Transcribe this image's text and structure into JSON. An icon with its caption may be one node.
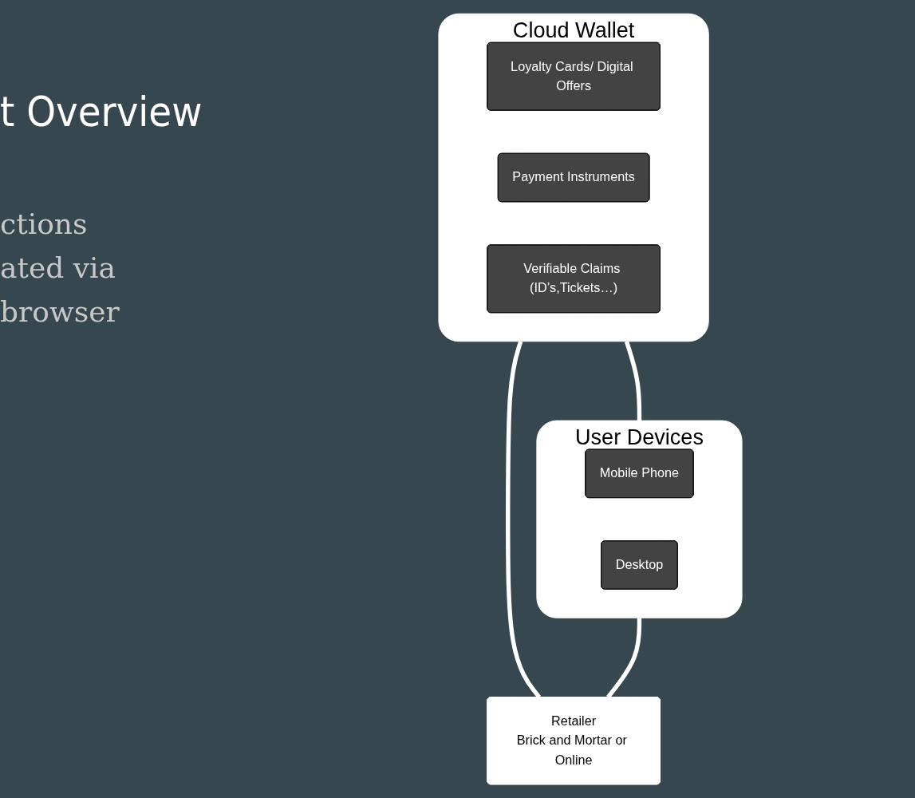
{
  "diagram": {
    "title": "t Overview",
    "nodes": [
      {
        "text": [
          "Cloud Wallet"
        ]
      },
      {
        "text": [
          "Loyalty Cards/ Digital Offers"
        ],
        "in": 0
      },
      {
        "text": [
          "Payment Instruments"
        ],
        "in": 0
      },
      {
        "text": [
          "Verifiable Claims (ID’s,Tickets…)"
        ],
        "in": 0
      },
      {
        "text": [
          "User Devices"
        ]
      },
      {
        "text": [
          "Mobile Phone"
        ],
        "in": 4
      },
      {
        "text": [
          "Desktop"
        ],
        "in": 4
      },
      {
        "text": [
          "Retailer",
          "Brick and Mortar or Online"
        ]
      }
    ],
    "edges": [
      {
        "from": 0,
        "to": 4,
        "arrow": "none"
      },
      {
        "from": 0,
        "to": 7,
        "arrow": "none"
      },
      {
        "from": 4,
        "to": 7,
        "arrow": "none"
      }
    ],
    "labels": [
      "ctions",
      "ated via",
      "browser"
    ]
  }
}
